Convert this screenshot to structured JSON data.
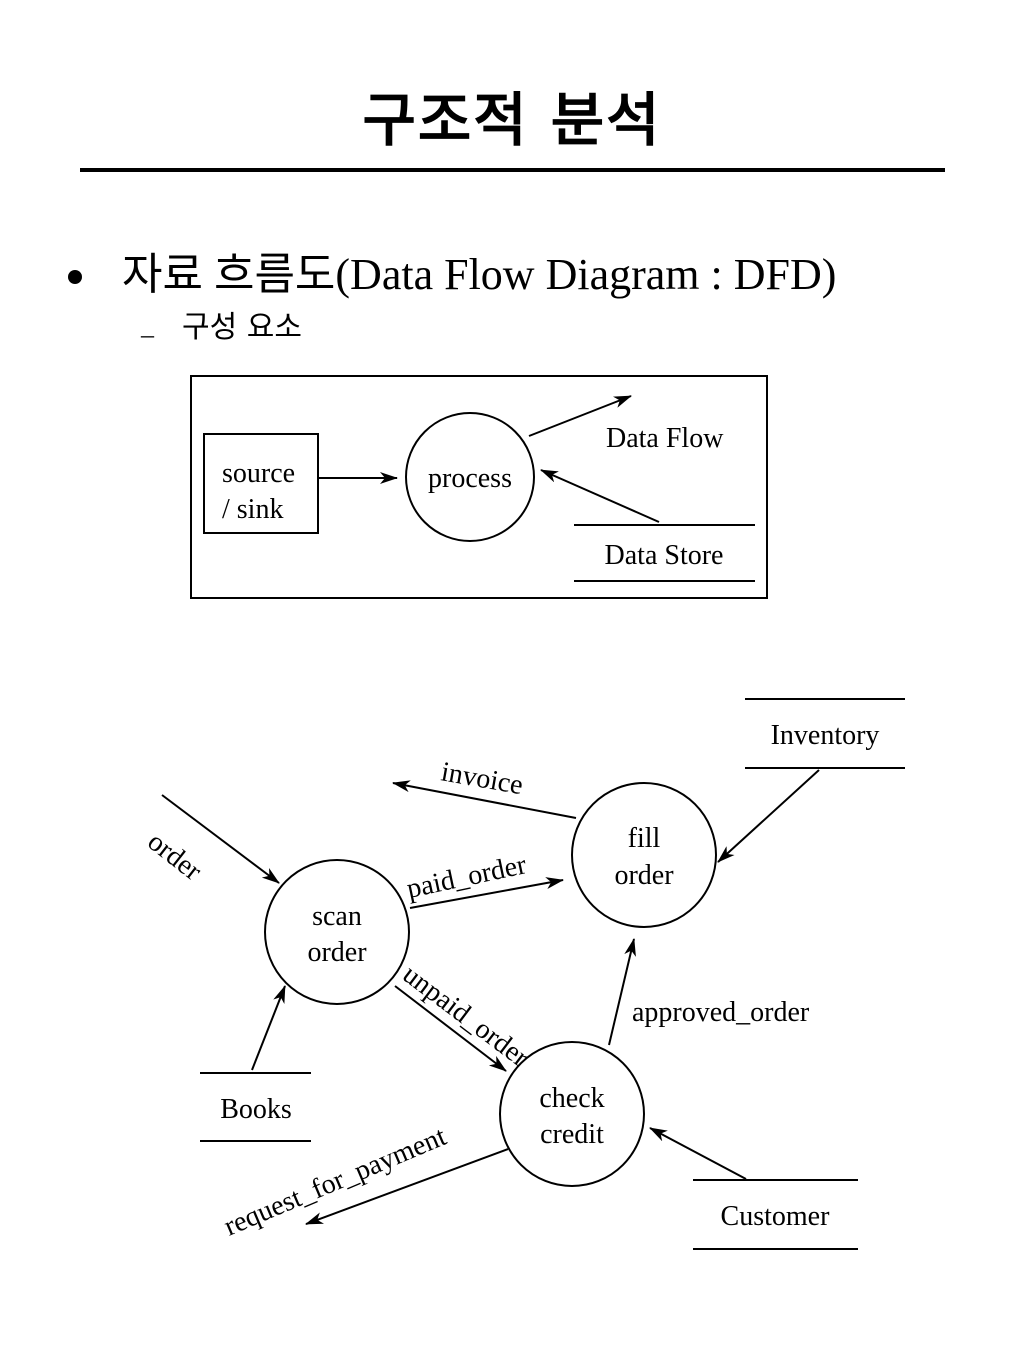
{
  "title": "구조적 분석",
  "bullet": {
    "text": "자료 흐름도(Data Flow Diagram : DFD)",
    "sub_dash": "–",
    "sub_text": "구성 요소"
  },
  "legend": {
    "source_sink_line1": "source",
    "source_sink_line2": "/ sink",
    "process": "process",
    "data_flow": "Data Flow",
    "data_store": "Data Store"
  },
  "dfd": {
    "processes": {
      "scan_order": [
        "scan",
        "order"
      ],
      "fill_order": [
        "fill",
        "order"
      ],
      "check_credit": [
        "check",
        "credit"
      ]
    },
    "stores": {
      "inventory": "Inventory",
      "books": "Books",
      "customer": "Customer"
    },
    "flows": {
      "order": "order",
      "invoice": "invoice",
      "paid_order": "paid_order",
      "unpaid_order": "unpaid_order",
      "approved_order": "approved_order",
      "request_for_payment": "request_for_payment"
    }
  }
}
